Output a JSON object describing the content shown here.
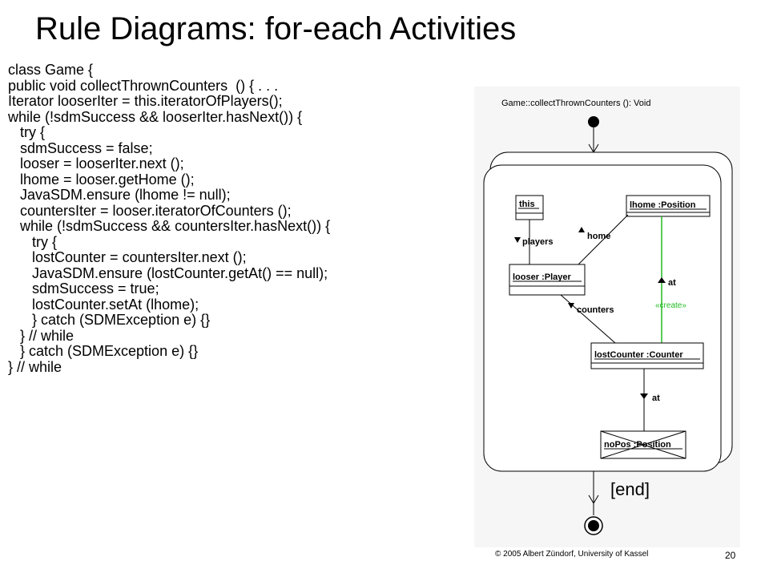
{
  "slide": {
    "title": "Rule Diagrams: for-each Activities",
    "code_lines": [
      "class Game {",
      "public void collectThrownCounters  () { . . .",
      "Iterator looserIter = this.iteratorOfPlayers();",
      "while (!sdmSuccess && looserIter.hasNext()) {",
      "   try {",
      "   sdmSuccess = false;",
      "   looser = looserIter.next ();",
      "   lhome = looser.getHome ();",
      "   JavaSDM.ensure (lhome != null);",
      "   countersIter = looser.iteratorOfCounters ();",
      "   while (!sdmSuccess && countersIter.hasNext()) {",
      "      try {",
      "      lostCounter = countersIter.next ();",
      "      JavaSDM.ensure (lostCounter.getAt() == null);",
      "      sdmSuccess = true;",
      "      lostCounter.setAt (lhome);",
      "      } catch (SDMException e) {}",
      "   } // while",
      "   } catch (SDMException e) {}",
      "} // while"
    ],
    "footer": "© 2005 Albert Zündorf, University of Kassel",
    "page_number": "20"
  },
  "diagram": {
    "header": "Game::collectThrownCounters (): Void",
    "objects": {
      "this": "this",
      "lhome": "lhome :Position",
      "looser": "looser :Player",
      "lostCounter": "lostCounter :Counter",
      "noPos": "noPos :Position"
    },
    "links": {
      "players": "players",
      "home": "home",
      "at_create": "at",
      "create": "«create»",
      "counters": "counters",
      "at_neg": "at"
    },
    "end_label": "[end]",
    "colors": {
      "create_link": "#22bb22"
    }
  }
}
